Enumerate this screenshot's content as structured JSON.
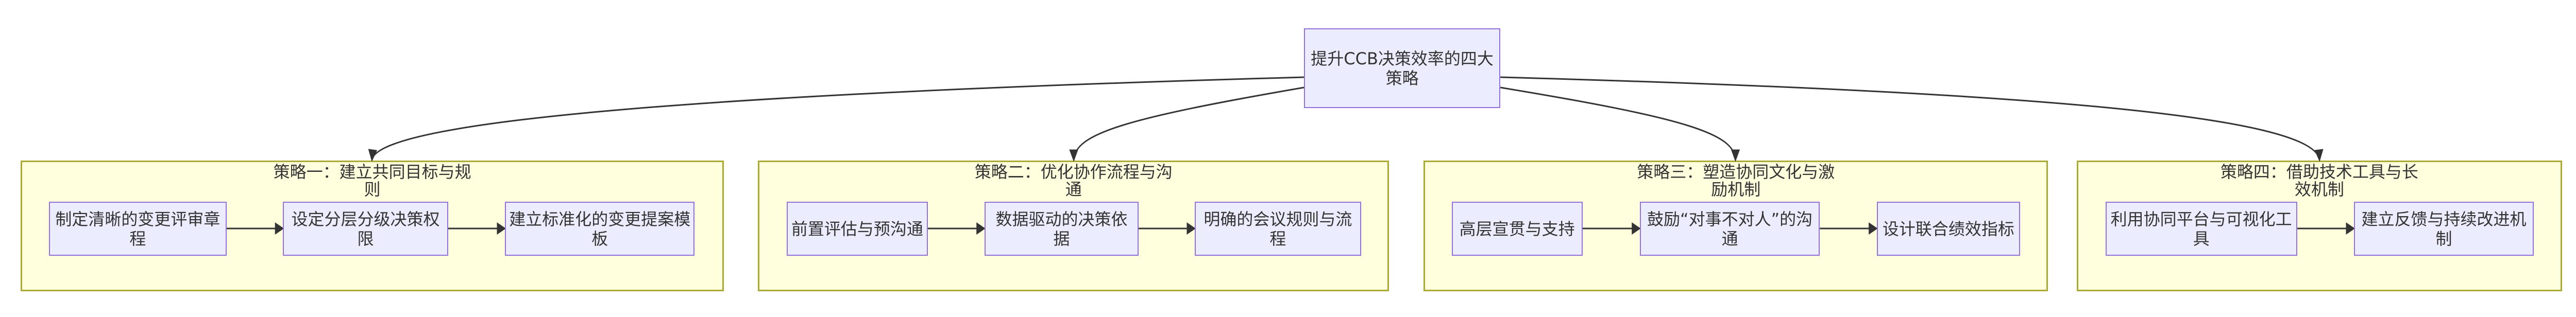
{
  "root": {
    "label": "提升CCB决策效率的四大策略"
  },
  "clusters": [
    {
      "title": "策略一：建立共同目标与规则",
      "nodes": [
        "制定清晰的变更评审章程",
        "设定分层分级决策权限",
        "建立标准化的变更提案模板"
      ]
    },
    {
      "title": "策略二：优化协作流程与沟通",
      "nodes": [
        "前置评估与预沟通",
        "数据驱动的决策依据",
        "明确的会议规则与流程"
      ]
    },
    {
      "title": "策略三：塑造协同文化与激励机制",
      "nodes": [
        "高层宣贯与支持",
        "鼓励“对事不对人”的沟通",
        "设计联合绩效指标"
      ]
    },
    {
      "title": "策略四：借助技术工具与长效机制",
      "nodes": [
        "利用协同平台与可视化工具",
        "建立反馈与持续改进机制"
      ]
    }
  ],
  "colors": {
    "node_fill": "#ececff",
    "node_border": "#9370db",
    "cluster_fill": "#ffffde",
    "cluster_border": "#aaaa33",
    "edge": "#333333"
  }
}
